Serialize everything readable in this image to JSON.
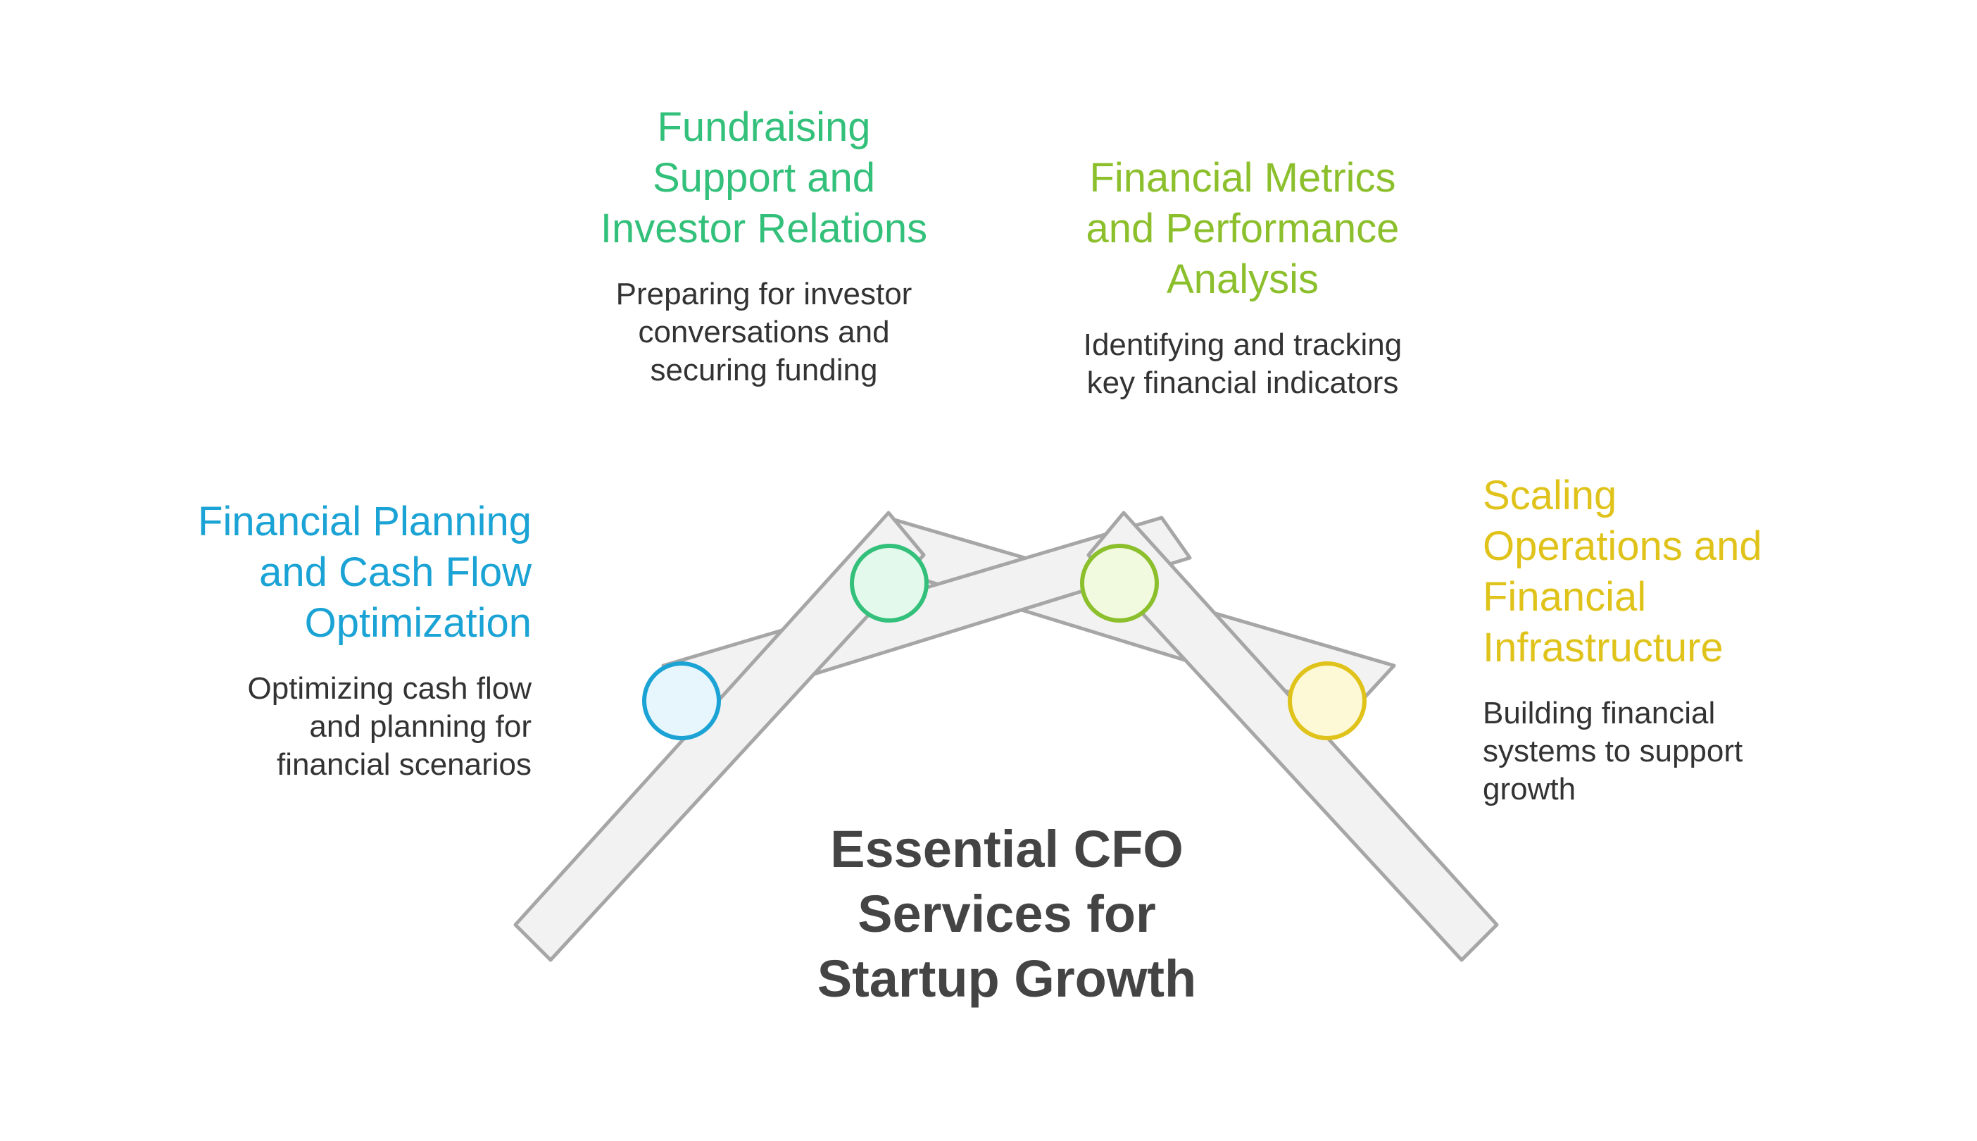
{
  "title": "Essential CFO\nServices for\nStartup Growth",
  "colors": {
    "bar_fill": "#f2f2f2",
    "bar_stroke": "#a6a6a6",
    "title": "#444444",
    "description": "#333333"
  },
  "items": [
    {
      "key": "financial-planning",
      "heading": "Financial Planning\nand Cash Flow\nOptimization",
      "description": "Optimizing cash flow\nand planning for\nfinancial scenarios",
      "color": "#1aa3d4",
      "node_fill": "#e6f6fc"
    },
    {
      "key": "fundraising",
      "heading": "Fundraising\nSupport and\nInvestor Relations",
      "description": "Preparing for investor\nconversations and\nsecuring funding",
      "color": "#33c07a",
      "node_fill": "#e3f9ec"
    },
    {
      "key": "financial-metrics",
      "heading": "Financial Metrics\nand Performance\nAnalysis",
      "description": "Identifying and tracking\nkey financial indicators",
      "color": "#8cbf2c",
      "node_fill": "#f1fadf"
    },
    {
      "key": "scaling-operations",
      "heading": "Scaling\nOperations and\nFinancial\nInfrastructure",
      "description": "Building financial\nsystems to support\ngrowth",
      "color": "#e0c31a",
      "node_fill": "#fdf8d6"
    }
  ]
}
